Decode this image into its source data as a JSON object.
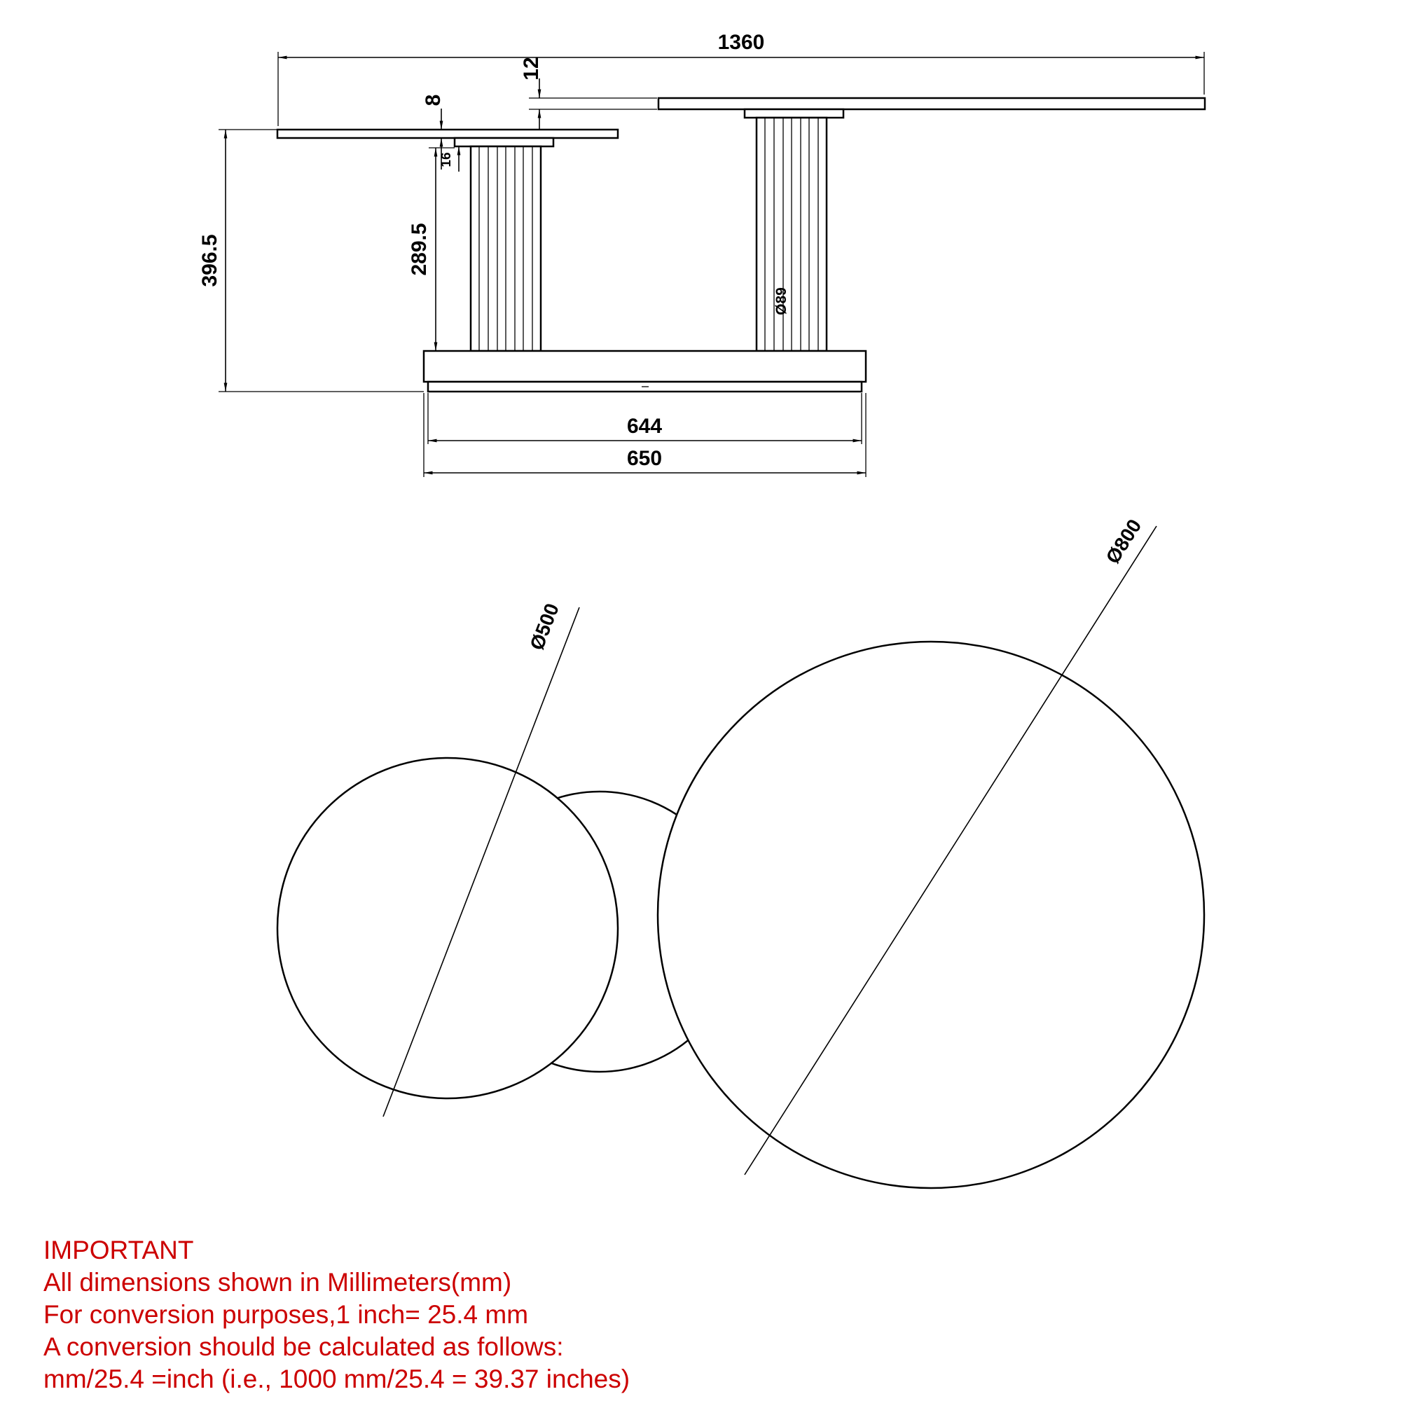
{
  "elevation": {
    "dim_overall_width": "1360",
    "dim_large_top_thickness": "12",
    "dim_small_top_thickness": "8",
    "dim_collar_thickness": "16",
    "dim_overall_height": "396.5",
    "dim_column_height": "289.5",
    "dim_column_diameter": "Ø89",
    "dim_base_width_inner": "644",
    "dim_base_width_outer": "650"
  },
  "plan": {
    "dim_small_top_diameter": "Ø500",
    "dim_large_top_diameter": "Ø800"
  },
  "note": {
    "color": "#cc0000",
    "title": "IMPORTANT",
    "lines": [
      "All dimensions shown in Millimeters(mm)",
      "For conversion purposes,1 inch= 25.4 mm",
      "A conversion should be calculated as follows:",
      "mm/25.4 =inch (i.e., 1000 mm/25.4 = 39.37 inches)"
    ]
  }
}
